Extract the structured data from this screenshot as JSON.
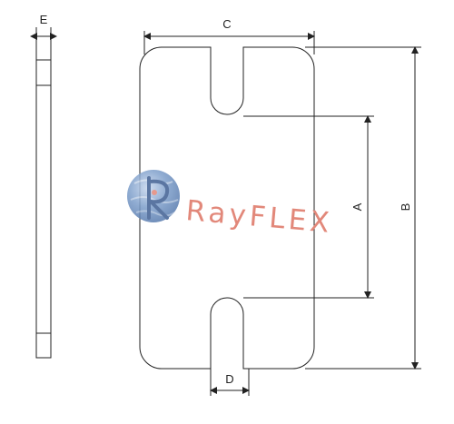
{
  "dimensions": {
    "a": "A",
    "b": "B",
    "c": "C",
    "d": "D",
    "e": "E"
  },
  "watermark": {
    "brand_text": "RayFLEX",
    "logo_icon": "globe-r-logo-icon",
    "brand_color": "#e2887a"
  },
  "colors": {
    "outline": "#222222",
    "logo_blue": "#6b8fc0"
  }
}
